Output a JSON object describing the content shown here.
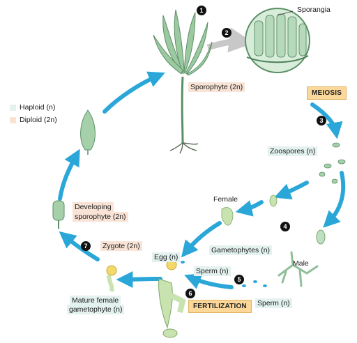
{
  "legend": {
    "haploid": "Haploid (n)",
    "diploid": "Diploid (2n)",
    "haploid_color": "#e3f1ef",
    "diploid_color": "#f8e3d6"
  },
  "labels": {
    "sporangia": "Sporangia",
    "sporophyte": "Sporophyte (2n)",
    "meiosis": "MEIOSIS",
    "zoospores": "Zoospores (n)",
    "female": "Female",
    "gametophytes": "Gametophytes (n)",
    "male": "Male",
    "egg": "Egg (n)",
    "sperm_upper": "Sperm (n)",
    "sperm_lower": "Sperm (n)",
    "fertilization": "FERTILIZATION",
    "zygote": "Zygote (2n)",
    "mature_female_line1": "Mature female",
    "mature_female_line2": "gametophyte (n)",
    "developing_line1": "Developing",
    "developing_line2": "sporophyte (2n)"
  },
  "steps": [
    "1",
    "2",
    "3",
    "4",
    "5",
    "6",
    "7"
  ],
  "colors": {
    "cycle_arrow": "#2aa7d8",
    "plant_green": "#9cc9a0",
    "plant_dark": "#5a8f66",
    "callout_box": "#fbd79a"
  }
}
